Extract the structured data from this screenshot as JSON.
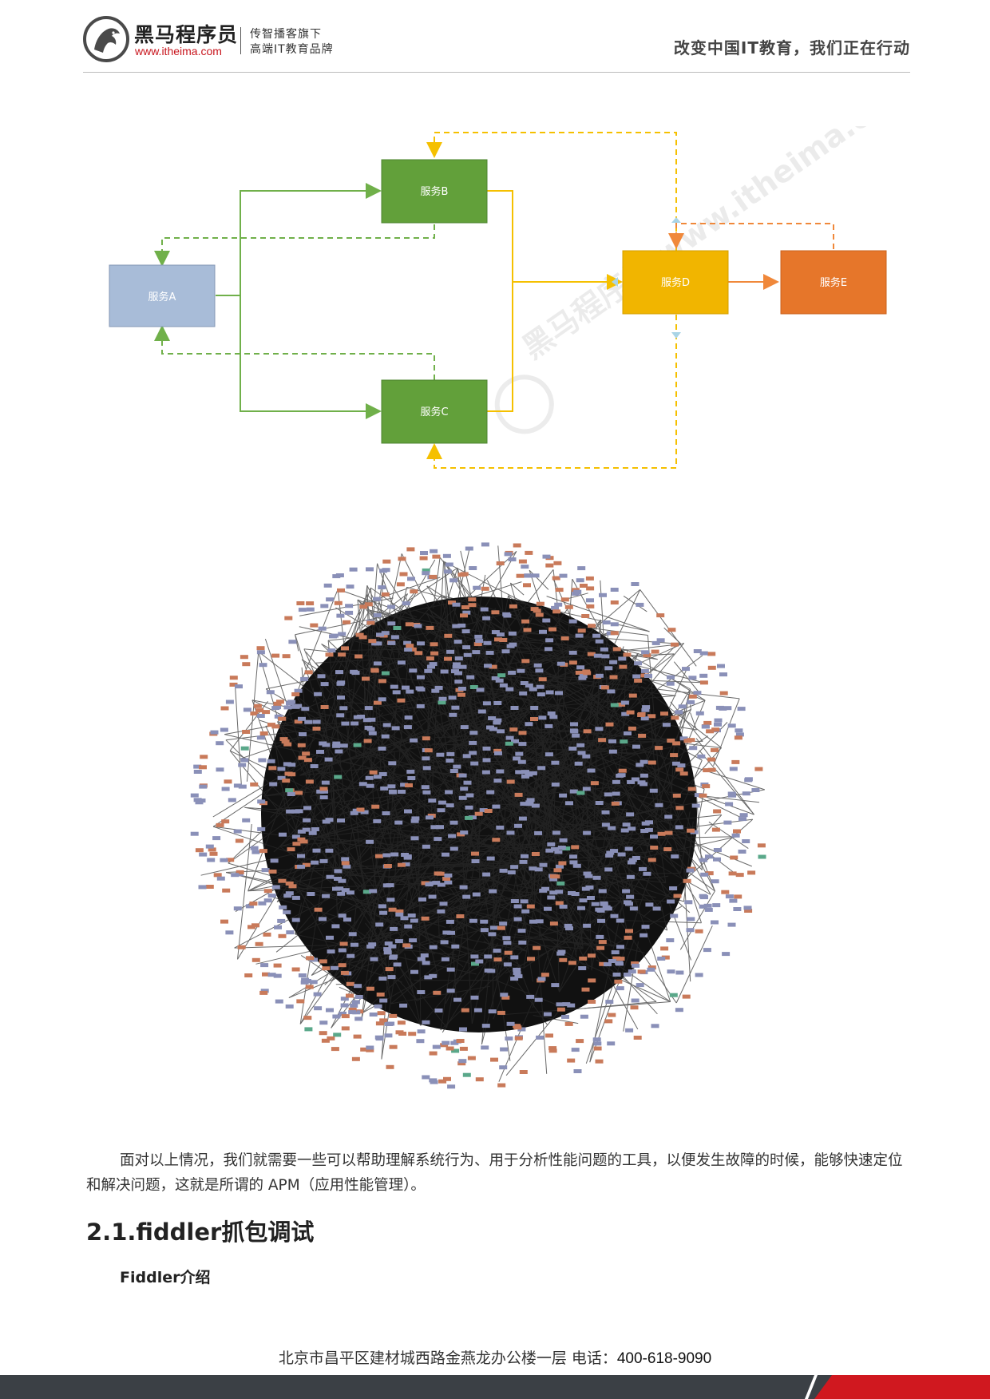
{
  "header": {
    "brand_name": "黑马程序员",
    "brand_url": "www.itheima.com",
    "tagline_1": "传智播客旗下",
    "tagline_2": "高端IT教育品牌",
    "slogan": "改变中国IT教育，我们正在行动"
  },
  "diagram": {
    "nodes": {
      "a": "服务A",
      "b": "服务B",
      "c": "服务C",
      "d": "服务D",
      "e": "服务E"
    },
    "colors": {
      "a": "#a8bcd8",
      "bc": "#62a03a",
      "d": "#f1b500",
      "e": "#e6762a",
      "green_line": "#70b04a",
      "yellow_line": "#f5c000",
      "orange_line": "#f0883a"
    },
    "watermark": "黑马程序员 www.itheima.com"
  },
  "network_image": {
    "colors": {
      "background": "#111111",
      "node_blue": "#8a90b8",
      "node_orange": "#c97a5a",
      "node_green": "#5aa88a",
      "edge": "#2a2a2a"
    }
  },
  "body": {
    "paragraph": "面对以上情况，我们就需要一些可以帮助理解系统行为、用于分析性能问题的工具，以便发生故障的时候，能够快速定位和解决问题，这就是所谓的 APM（应用性能管理）。",
    "section_title": "2.1.fiddler抓包调试",
    "sub_title": "Fiddler介绍"
  },
  "footer": {
    "address": "北京市昌平区建材城西路金燕龙办公楼一层   电话：",
    "phone": "400-618-9090"
  }
}
